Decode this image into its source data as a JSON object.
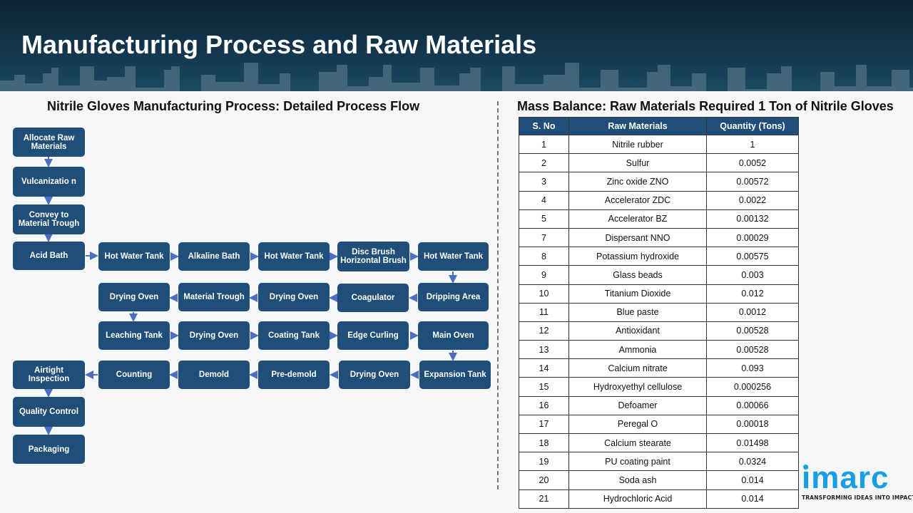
{
  "header": {
    "title": "Manufacturing Process and Raw Materials"
  },
  "flow": {
    "title": "Nitrile Gloves Manufacturing Process: Detailed Process Flow",
    "steps": [
      "Allocate Raw Materials",
      "Vulcanizatio n",
      "Convey to Material Trough",
      "Acid Bath",
      "Hot Water Tank",
      "Alkaline Bath",
      "Hot Water Tank",
      "Disc Brush Horizontal Brush",
      "Hot Water Tank",
      "Dripping Area",
      "Coagulator",
      "Drying Oven",
      "Material Trough",
      "Drying Oven",
      "Leaching Tank",
      "Drying Oven",
      "Coating Tank",
      "Edge Curling",
      "Main Oven",
      "Expansion Tank",
      "Drying Oven",
      "Pre-demold",
      "Demold",
      "Counting",
      "Airtight Inspection",
      "Quality Control",
      "Packaging"
    ]
  },
  "table": {
    "title": "Mass Balance: Raw Materials Required 1 Ton of Nitrile Gloves",
    "headers": [
      "S. No",
      "Raw Materials",
      "Quantity (Tons)"
    ],
    "rows": [
      [
        "1",
        "Nitrile rubber",
        "1"
      ],
      [
        "2",
        "Sulfur",
        "0.0052"
      ],
      [
        "3",
        "Zinc oxide ZNO",
        "0.00572"
      ],
      [
        "4",
        "Accelerator ZDC",
        "0.0022"
      ],
      [
        "5",
        "Accelerator BZ",
        "0.00132"
      ],
      [
        "7",
        "Dispersant NNO",
        "0.00029"
      ],
      [
        "8",
        "Potassium hydroxide",
        "0.00575"
      ],
      [
        "9",
        "Glass beads",
        "0.003"
      ],
      [
        "10",
        "Titanium Dioxide",
        "0.012"
      ],
      [
        "11",
        "Blue paste",
        "0.0012"
      ],
      [
        "12",
        "Antioxidant",
        "0.00528"
      ],
      [
        "13",
        "Ammonia",
        "0.00528"
      ],
      [
        "14",
        "Calcium nitrate",
        "0.093"
      ],
      [
        "15",
        "Hydroxyethyl cellulose",
        "0.000256"
      ],
      [
        "16",
        "Defoamer",
        "0.00066"
      ],
      [
        "17",
        "Peregal O",
        "0.00018"
      ],
      [
        "18",
        "Calcium stearate",
        "0.01498"
      ],
      [
        "19",
        "PU coating paint",
        "0.0324"
      ],
      [
        "20",
        "Soda ash",
        "0.014"
      ],
      [
        "21",
        "Hydrochloric Acid",
        "0.014"
      ]
    ]
  },
  "logo": {
    "word": "imarc",
    "tagline": "TRANSFORMING IDEAS INTO IMPACT"
  },
  "colors": {
    "box": "#1f4e79",
    "arrow": "#4a6fc0",
    "logo": "#1a9ee3"
  }
}
